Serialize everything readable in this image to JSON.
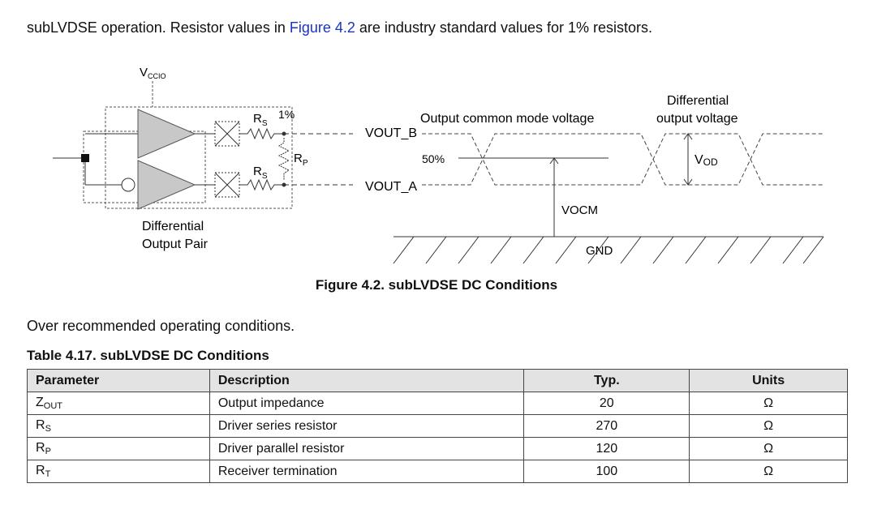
{
  "intro": {
    "before": "subLVDSE operation. Resistor values in ",
    "link": "Figure 4.2",
    "after": " are industry standard values for 1% resistors."
  },
  "figure": {
    "vccio": "V",
    "vccio_sub": "CCIO",
    "rs": "R",
    "rs_sub": "S",
    "rp": "R",
    "rp_sub": "P",
    "one_percent": "1%",
    "diff_pair_line1": "Differential",
    "diff_pair_line2": "Output Pair",
    "vout_b": "VOUT_B",
    "vout_a": "VOUT_A",
    "common_mode": "Output common mode voltage",
    "differential_line1": "Differential",
    "differential_line2": "output voltage",
    "fifty": "50%",
    "vod": "V",
    "vod_sub": "OD",
    "vocm": "VOCM",
    "gnd": "GND",
    "caption": "Figure 4.2. subLVDSE DC Conditions"
  },
  "conditions_text": "Over recommended operating conditions.",
  "table": {
    "title": "Table 4.17. subLVDSE DC Conditions",
    "headers": [
      "Parameter",
      "Description",
      "Typ.",
      "Units"
    ],
    "rows": [
      {
        "param": "Z",
        "param_sub": "OUT",
        "desc": "Output impedance",
        "typ": "20",
        "unit": "Ω"
      },
      {
        "param": "R",
        "param_sub": "S",
        "desc": "Driver series resistor",
        "typ": "270",
        "unit": "Ω"
      },
      {
        "param": "R",
        "param_sub": "P",
        "desc": "Driver parallel resistor",
        "typ": "120",
        "unit": "Ω"
      },
      {
        "param": "R",
        "param_sub": "T",
        "desc": "Receiver termination",
        "typ": "100",
        "unit": "Ω"
      }
    ]
  }
}
